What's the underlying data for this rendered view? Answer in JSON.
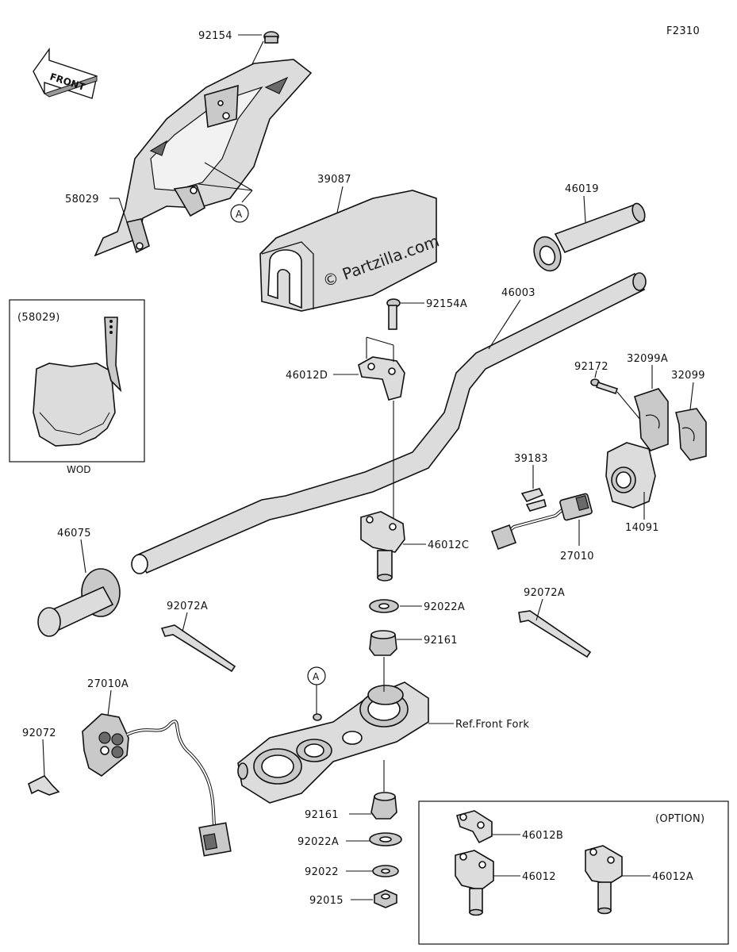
{
  "diagram": {
    "ref_code": "F2310",
    "front_arrow_label": "FRONT",
    "watermark": "© Partzilla.com",
    "inset": {
      "label": "(58029)",
      "caption": "WOD"
    },
    "option_box": {
      "label": "(OPTION)"
    },
    "callout_marker": "A",
    "parts": {
      "p92154": "92154",
      "p58029": "58029",
      "p39087": "39087",
      "p46019": "46019",
      "p46003": "46003",
      "p92154A": "92154A",
      "p46012D": "46012D",
      "p92172": "92172",
      "p32099A": "32099A",
      "p32099": "32099",
      "p39183": "39183",
      "p14091": "14091",
      "p46075": "46075",
      "p46012C": "46012C",
      "p27010": "27010",
      "p92022A_top": "92022A",
      "p92072A_left": "92072A",
      "p92072A_right": "92072A",
      "p92161_top": "92161",
      "p27010A": "27010A",
      "p92072": "92072",
      "ref_front_fork": "Ref.Front Fork",
      "p92161_bottom": "92161",
      "p92022A_bottom": "92022A",
      "p92022": "92022",
      "p92015": "92015",
      "p46012B": "46012B",
      "p46012": "46012",
      "p46012A": "46012A"
    }
  }
}
